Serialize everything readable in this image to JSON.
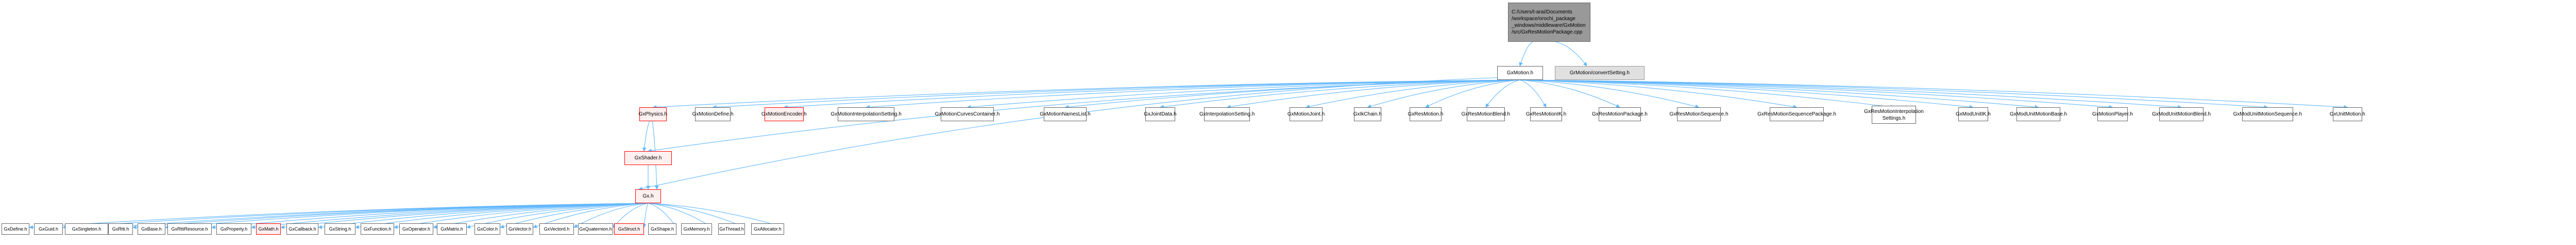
{
  "title": "Include dependency graph for GxResMotionPackage.cpp",
  "colors": {
    "edge": "#63b8ff",
    "root_fill": "#999999",
    "node_border": "#666666",
    "external_fill": "#e0e0e0",
    "incomplete_border": "#ff0000",
    "incomplete_fill": "#fff0f0"
  },
  "nodes": {
    "root": "C:/Users/t-arai/Documents\n/workspace/orochi_package\n_windows/middleware/GxMotion\n/src/GxResMotionPackage.cpp",
    "gxmotion": "GxMotion.h",
    "convert": "GrMotion/convertSetting.h",
    "level2": [
      {
        "label": "GxPhysics.h",
        "style": "red"
      },
      {
        "label": "GxMotionDefine.h",
        "style": "normal"
      },
      {
        "label": "GxMotionEncoder.h",
        "style": "red"
      },
      {
        "label": "GxMotionInterpolationSetting.h",
        "style": "normal"
      },
      {
        "label": "GxMotionCurvesContainer.h",
        "style": "normal"
      },
      {
        "label": "GxMotionNamesList.h",
        "style": "normal"
      },
      {
        "label": "GxJointData.h",
        "style": "normal"
      },
      {
        "label": "GxInterpolationSetting.h",
        "style": "normal"
      },
      {
        "label": "GxMotionJoint.h",
        "style": "normal"
      },
      {
        "label": "GxIkChain.h",
        "style": "normal"
      },
      {
        "label": "GxResMotion.h",
        "style": "normal"
      },
      {
        "label": "GxResMotionBlend.h",
        "style": "normal"
      },
      {
        "label": "GxResMotionIK.h",
        "style": "normal"
      },
      {
        "label": "GxResMotionPackage.h",
        "style": "normal"
      },
      {
        "label": "GxResMotionSequence.h",
        "style": "normal"
      },
      {
        "label": "GxResMotionSequencePackage.h",
        "style": "normal"
      },
      {
        "label": "GxResMotionInterpolation\nSettings.h",
        "style": "normal"
      },
      {
        "label": "GxModUnitIK.h",
        "style": "normal"
      },
      {
        "label": "GxModUnitMotionBase.h",
        "style": "normal"
      },
      {
        "label": "GxMotionPlayer.h",
        "style": "normal"
      },
      {
        "label": "GxModUnitMotionBlend.h",
        "style": "normal"
      },
      {
        "label": "GxModUnitMotionSequence.h",
        "style": "normal"
      },
      {
        "label": "GxUnitMotion.h",
        "style": "normal"
      }
    ],
    "shader": "GxShader.h",
    "gx": "Gx.h",
    "bottom": [
      {
        "label": "GxDefine.h",
        "style": "normal"
      },
      {
        "label": "GxGuid.h",
        "style": "normal"
      },
      {
        "label": "GxSingleton.h",
        "style": "normal"
      },
      {
        "label": "GxRtti.h",
        "style": "normal"
      },
      {
        "label": "GxBase.h",
        "style": "normal"
      },
      {
        "label": "GxRttiResource.h",
        "style": "normal"
      },
      {
        "label": "GxProperty.h",
        "style": "normal"
      },
      {
        "label": "GxMath.h",
        "style": "red"
      },
      {
        "label": "GxCallback.h",
        "style": "normal"
      },
      {
        "label": "GxString.h",
        "style": "normal"
      },
      {
        "label": "GxFunction.h",
        "style": "normal"
      },
      {
        "label": "GxOperator.h",
        "style": "normal"
      },
      {
        "label": "GxMatrix.h",
        "style": "normal"
      },
      {
        "label": "GxColor.h",
        "style": "normal"
      },
      {
        "label": "GxVector.h",
        "style": "normal"
      },
      {
        "label": "GxVectord.h",
        "style": "normal"
      },
      {
        "label": "GxQuaternion.h",
        "style": "normal"
      },
      {
        "label": "GxStruct.h",
        "style": "red"
      },
      {
        "label": "GxShape.h",
        "style": "normal"
      },
      {
        "label": "GxMemory.h",
        "style": "normal"
      },
      {
        "label": "GxThread.h",
        "style": "normal"
      },
      {
        "label": "GxAllocator.h",
        "style": "normal"
      }
    ]
  }
}
